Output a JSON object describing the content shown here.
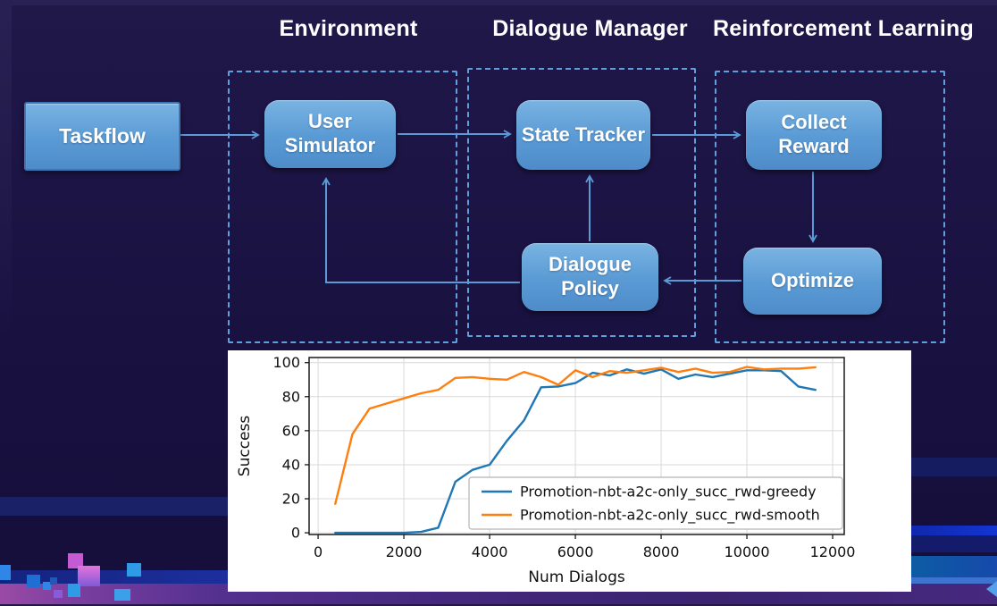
{
  "sections": [
    {
      "label": "Environment"
    },
    {
      "label": "Dialogue Manager"
    },
    {
      "label": "Reinforcement Learning"
    }
  ],
  "nodes": {
    "taskflow": "Taskflow",
    "user_simulator": "User Simulator",
    "state_tracker": "State Tracker",
    "collect_reward": "Collect Reward",
    "dialogue_policy": "Dialogue Policy",
    "optimize": "Optimize"
  },
  "colors": {
    "background": "#191140",
    "node_fill_top": "#79b3e2",
    "node_fill_bottom": "#4d8cc9",
    "dashed_border": "#5f9fdc",
    "arrow": "#5b9bd5",
    "series_greedy": "#1f77b4",
    "series_smooth": "#ff7f0e",
    "bottom_bar_purple": "#7c3fa0"
  },
  "chart_data": {
    "type": "line",
    "title": "",
    "xlabel": "Num Dialogs",
    "ylabel": "Success",
    "grid": true,
    "legend_position": "lower right",
    "xlim": [
      -210,
      12270
    ],
    "ylim": [
      -1,
      103
    ],
    "xticks": [
      0,
      2000,
      4000,
      6000,
      8000,
      10000,
      12000
    ],
    "yticks": [
      0,
      20,
      40,
      60,
      80,
      100
    ],
    "x": [
      400,
      800,
      1200,
      1600,
      2000,
      2400,
      2800,
      3200,
      3600,
      4000,
      4400,
      4800,
      5200,
      5600,
      6000,
      6400,
      6800,
      7200,
      7600,
      8000,
      8400,
      8800,
      9200,
      9600,
      10000,
      10400,
      10800,
      11200,
      11600
    ],
    "series": [
      {
        "name": "Promotion-nbt-a2c-only_succ_rwd-greedy",
        "color": "#1f77b4",
        "values": [
          0,
          0,
          0,
          0,
          0,
          0.5,
          3,
          30,
          37,
          40,
          54,
          66,
          85.5,
          86,
          88,
          94,
          92.5,
          96,
          93.5,
          96,
          90.5,
          93,
          91.5,
          93.5,
          95.5,
          95.5,
          95,
          86,
          84
        ]
      },
      {
        "name": "Promotion-nbt-a2c-only_succ_rwd-smooth",
        "color": "#ff7f0e",
        "values": [
          17,
          58,
          73,
          76,
          79,
          82,
          84,
          91,
          91.5,
          90.5,
          90,
          94.5,
          91.5,
          87,
          95.5,
          91.5,
          95,
          94,
          95.5,
          97,
          94.5,
          96.5,
          94,
          94.5,
          97.5,
          96,
          96.5,
          96.5,
          97.3
        ]
      }
    ]
  }
}
